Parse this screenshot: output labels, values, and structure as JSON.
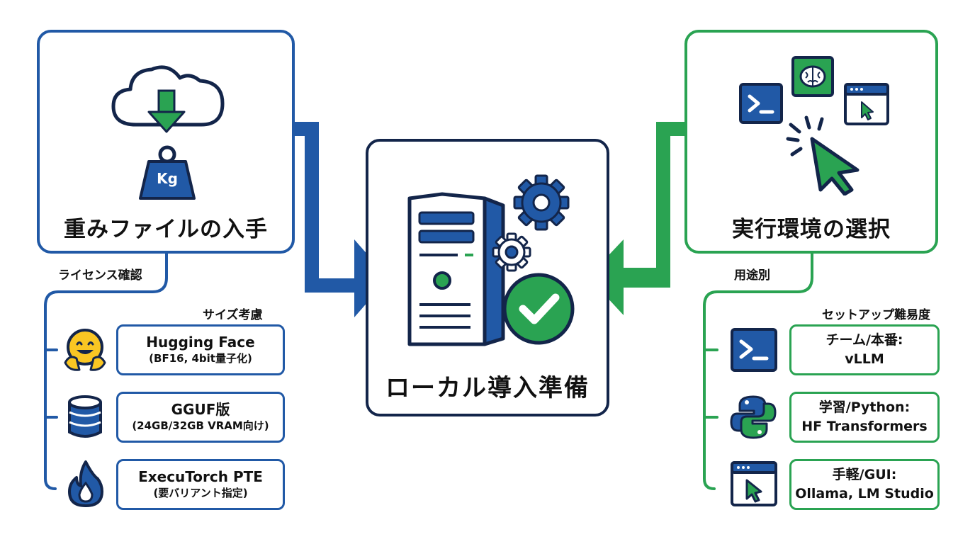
{
  "left_panel": {
    "title": "重みファイルの入手",
    "weight_icon_label": "Kg",
    "connector_label": "ライセンス確認",
    "list_heading": "サイズ考慮",
    "items": [
      {
        "icon": "hugging-face-icon",
        "main": "Hugging Face",
        "sub": "(BF16, 4bit量子化)"
      },
      {
        "icon": "database-icon",
        "main": "GGUF版",
        "sub": "(24GB/32GB VRAM向け)"
      },
      {
        "icon": "flame-icon",
        "main": "ExecuTorch PTE",
        "sub": "(要バリアント指定)"
      }
    ]
  },
  "center_panel": {
    "title": "ローカル導入準備"
  },
  "right_panel": {
    "title": "実行環境の選択",
    "connector_label": "用途別",
    "list_heading": "セットアップ難易度",
    "items": [
      {
        "icon": "terminal-icon",
        "main": "チーム/本番:",
        "sub": "vLLM"
      },
      {
        "icon": "python-icon",
        "main": "学習/Python:",
        "sub": "HF Transformers"
      },
      {
        "icon": "gui-window-icon",
        "main": "手軽/GUI:",
        "sub": "Ollama, LM Studio"
      }
    ]
  },
  "colors": {
    "blue": "#2159a6",
    "green": "#2aa352",
    "navy": "#13254a"
  }
}
